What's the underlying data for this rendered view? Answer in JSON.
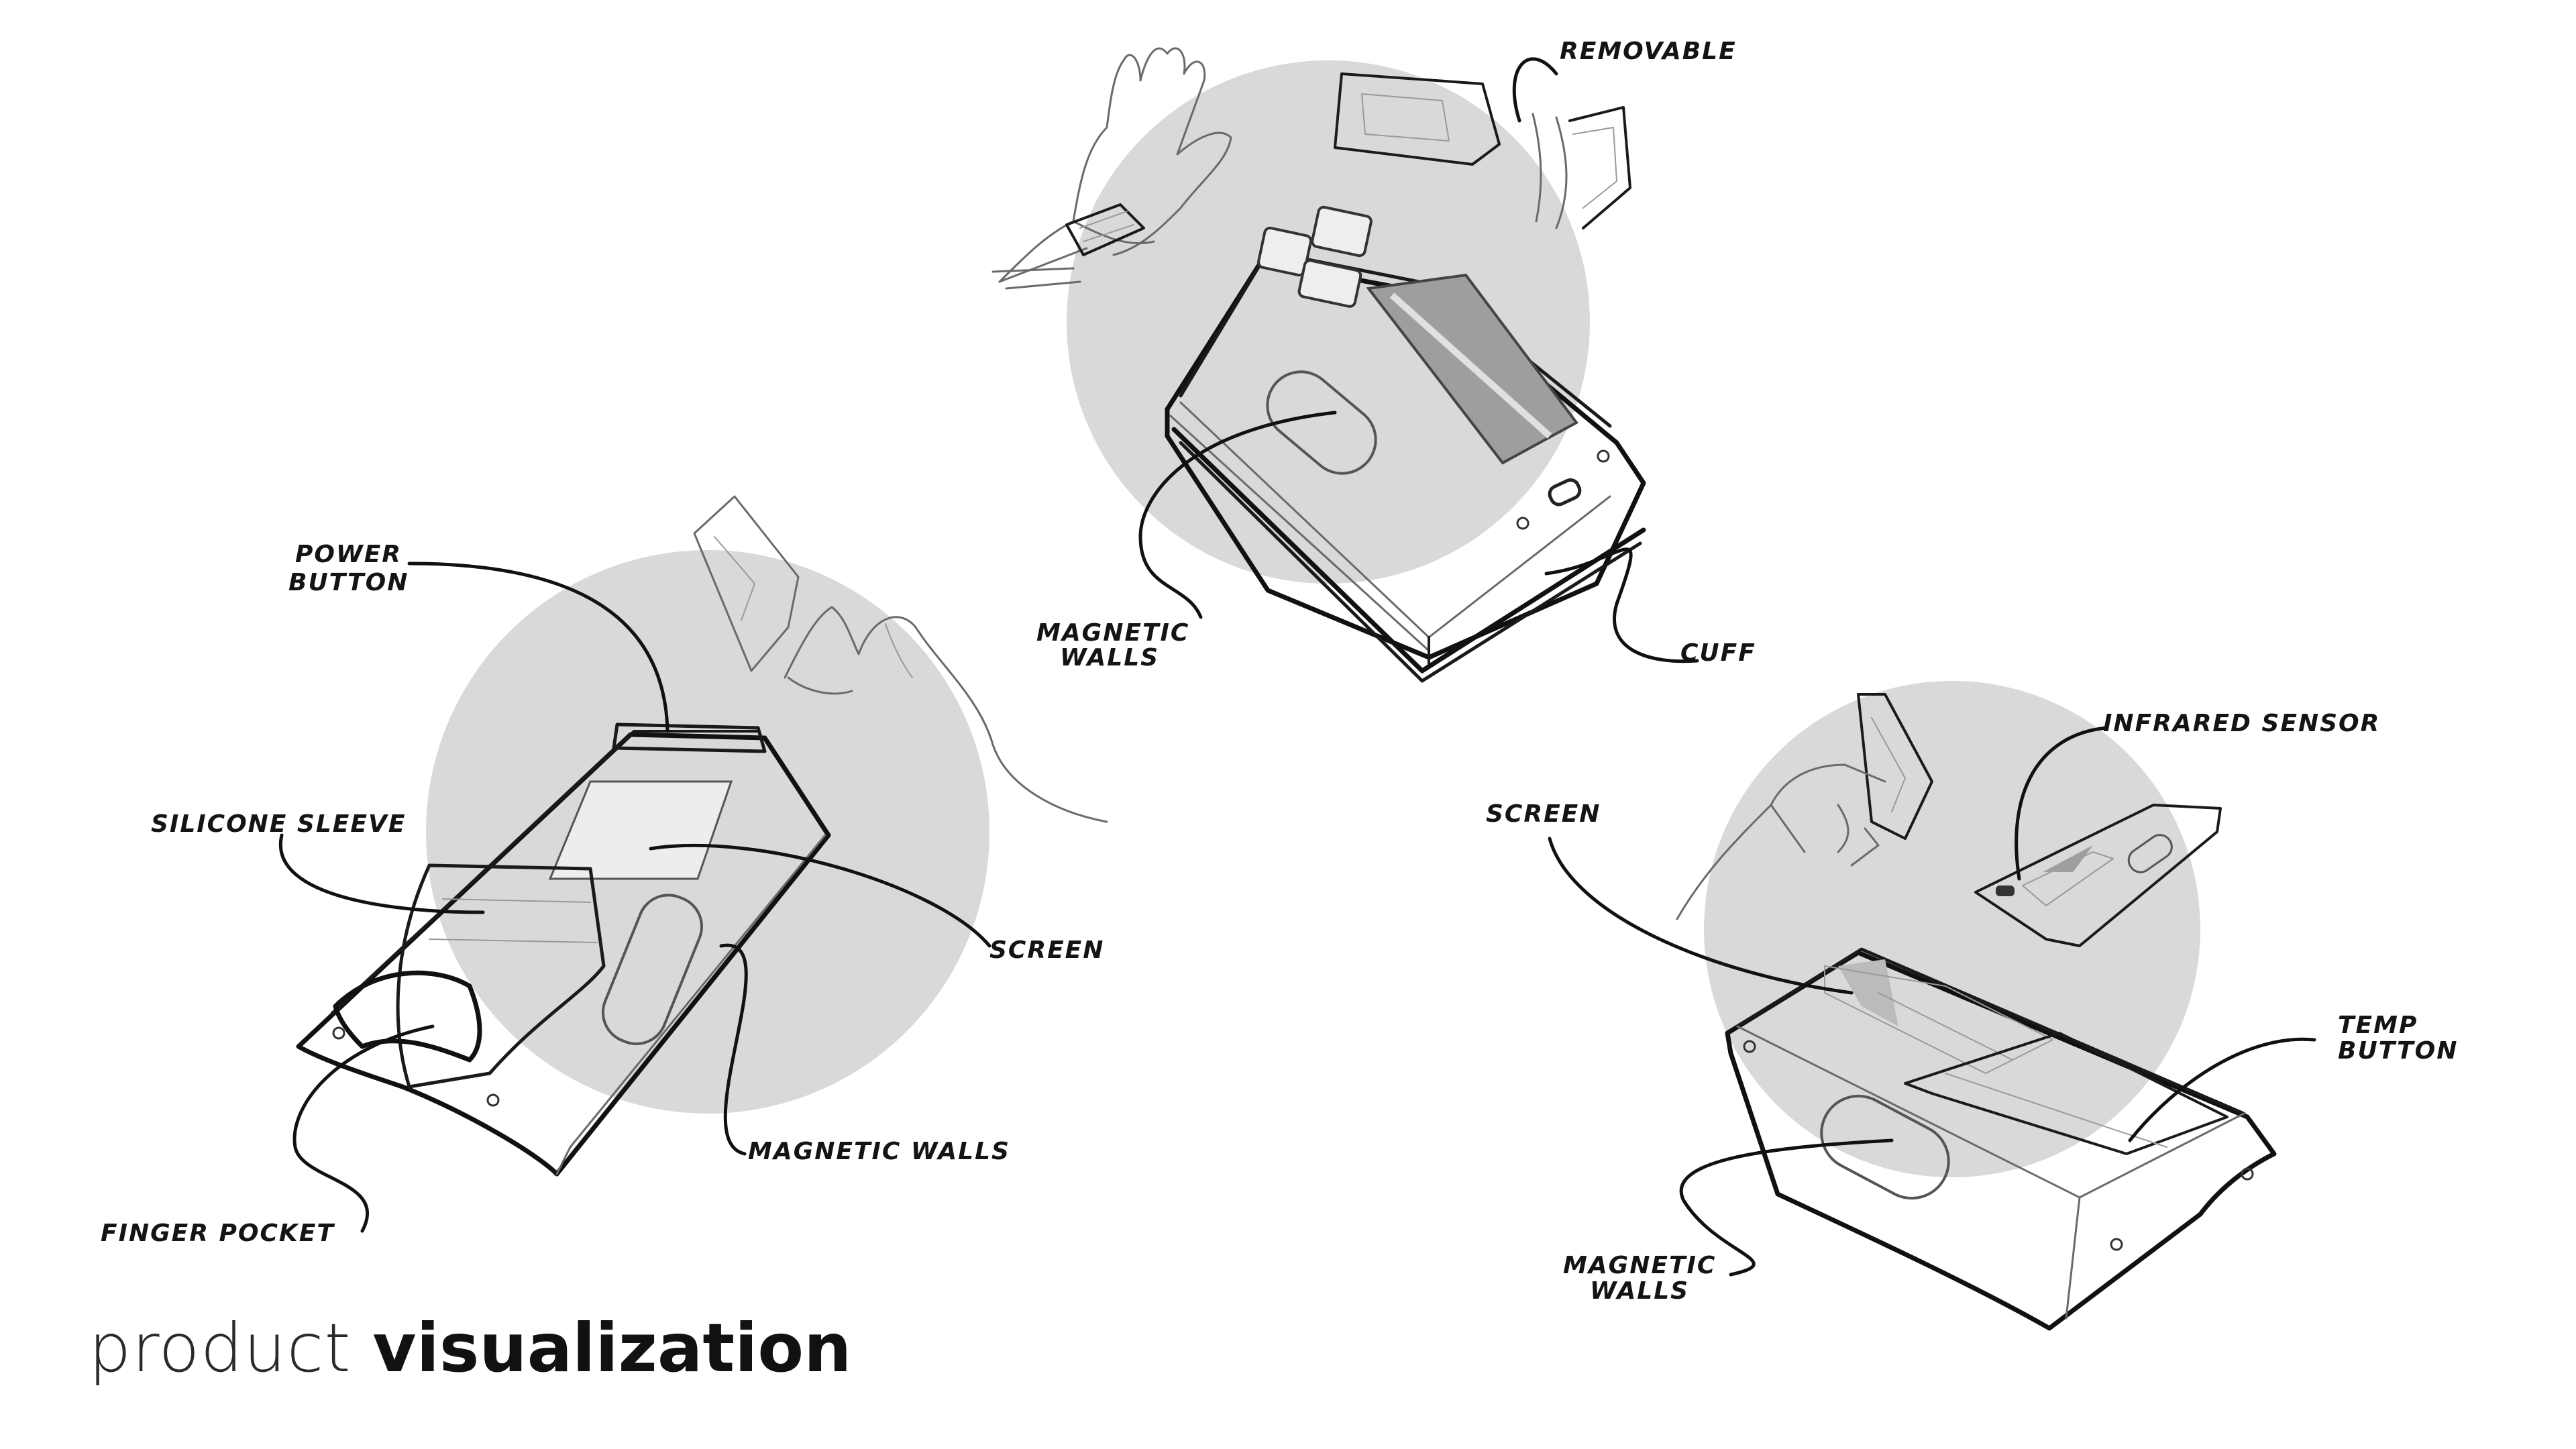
{
  "title": {
    "light": "product",
    "bold": "visualization"
  },
  "views": {
    "left": {
      "labels": {
        "power_button": [
          "POWER",
          "BUTTON"
        ],
        "silicone_sleeve": "SILICONE SLEEVE",
        "screen": "SCREEN",
        "magnetic_walls": "MAGNETIC WALLS",
        "finger_pocket": "FINGER POCKET"
      }
    },
    "top": {
      "labels": {
        "removable": "REMOVABLE",
        "magnetic_walls": [
          "MAGNETIC",
          "WALLS"
        ],
        "cuff": "CUFF"
      }
    },
    "right": {
      "labels": {
        "infrared_sensor": "INFRARED SENSOR",
        "screen": "SCREEN",
        "temp_button": [
          "TEMP",
          "BUTTON"
        ],
        "magnetic_walls": [
          "MAGNETIC",
          "WALLS"
        ]
      }
    }
  },
  "colors": {
    "backdrop_circle": "#d9d9d9",
    "line": "#1a1a1a",
    "screen_shade": "#9e9e9e"
  }
}
